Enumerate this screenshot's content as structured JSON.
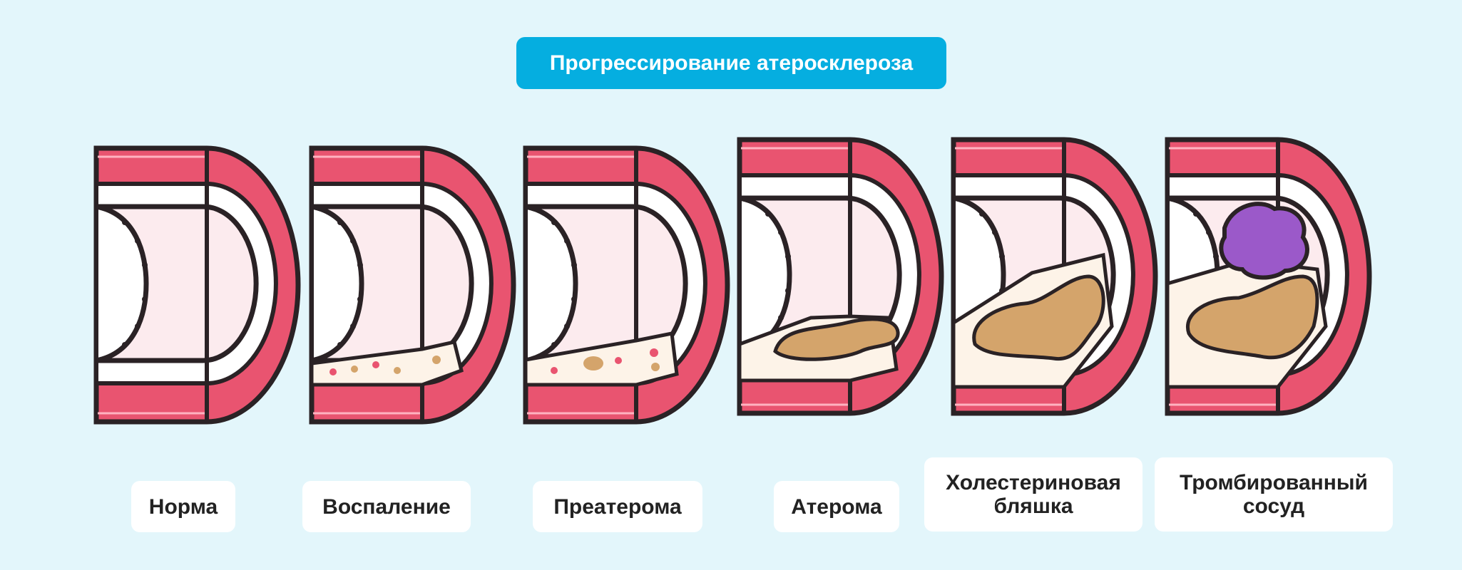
{
  "title": "Прогрессирование атеросклероза",
  "stages": [
    {
      "id": "norm",
      "label": "Норма"
    },
    {
      "id": "inflammation",
      "label": "Воспаление"
    },
    {
      "id": "preatheroma",
      "label": "Преатерома"
    },
    {
      "id": "atheroma",
      "label": "Атерома"
    },
    {
      "id": "cholesterol-plaque",
      "label": "Холестериновая бляшка"
    },
    {
      "id": "thrombosed-vessel",
      "label": "Тромбированный сосуд"
    }
  ],
  "colors": {
    "background": "#e3f6fb",
    "title_badge": "#05aee0",
    "vessel_wall": "#e95470",
    "lumen": "#fcebee",
    "plaque": "#d4a46b",
    "thrombus": "#9b59c9",
    "outline": "#2a2225"
  }
}
